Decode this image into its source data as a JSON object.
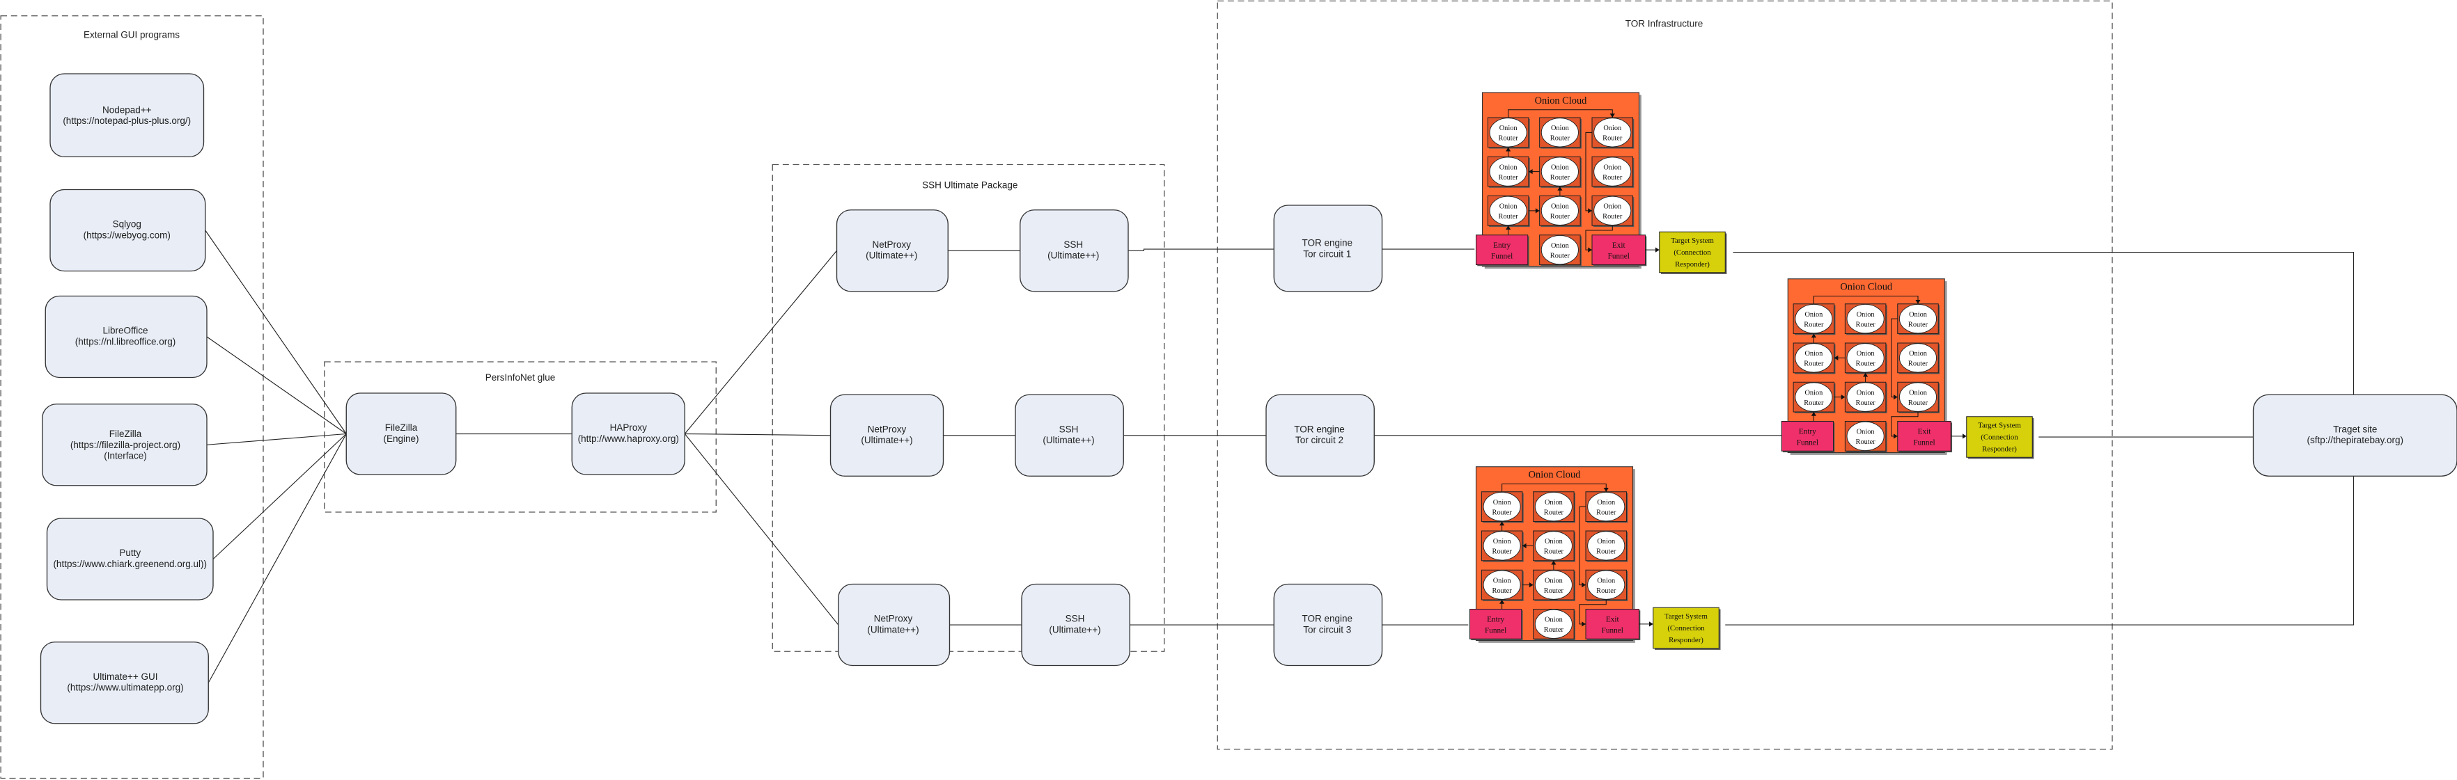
{
  "groups": {
    "external_gui": "External GUI programs",
    "persinfonet": "PersInfoNet glue",
    "ssh_package": "SSH Ultimate Package",
    "tor_infra": "TOR Infrastructure"
  },
  "external_programs": [
    {
      "name": "Nodepad++",
      "url": "(https://notepad-plus-plus.org/)"
    },
    {
      "name": "Sqlyog",
      "url": "(https://webyog.com)"
    },
    {
      "name": "LibreOffice",
      "url": "(https://nl.libreoffice.org)"
    },
    {
      "name": "FileZilla",
      "url": "(https://filezilla-project.org)",
      "extra": "(Interface)"
    },
    {
      "name": "Putty",
      "url": "(https://www.chiark.greenend.org.ul))"
    },
    {
      "name": "Ultimate++ GUI",
      "url": "(https://www.ultimatepp.org)"
    }
  ],
  "glue": {
    "filezilla_engine": {
      "name": "FileZilla",
      "sub": "(Engine)"
    },
    "haproxy": {
      "name": "HAProxy",
      "sub": "(http://www.haproxy.org)"
    }
  },
  "circuits": [
    {
      "netproxy": {
        "name": "NetProxy",
        "sub": "(Ultimate++)"
      },
      "ssh": {
        "name": "SSH",
        "sub": "(Ultimate++)"
      },
      "tor": {
        "name": "TOR engine",
        "sub": "Tor circuit 1"
      }
    },
    {
      "netproxy": {
        "name": "NetProxy",
        "sub": "(Ultimate++)"
      },
      "ssh": {
        "name": "SSH",
        "sub": "(Ultimate++)"
      },
      "tor": {
        "name": "TOR engine",
        "sub": "Tor circuit 2"
      }
    },
    {
      "netproxy": {
        "name": "NetProxy",
        "sub": "(Ultimate++)"
      },
      "ssh": {
        "name": "SSH",
        "sub": "(Ultimate++)"
      },
      "tor": {
        "name": "TOR engine",
        "sub": "Tor circuit 3"
      }
    }
  ],
  "onion_cloud": {
    "title": "Onion Cloud",
    "router_line1": "Onion",
    "router_line2": "Router",
    "entry_line1": "Entry",
    "entry_line2": "Funnel",
    "exit_line1": "Exit",
    "exit_line2": "Funnel",
    "target_line1": "Target System",
    "target_line2": "(Connection",
    "target_line3": "Responder)"
  },
  "target_site": {
    "name": "Traget site",
    "url": "(sftp://thepiratebay.org)"
  },
  "colors": {
    "node_fill": "#e8edf6",
    "cloud": "#ff6a33",
    "funnel": "#f0306a",
    "target_system": "#d6d10a"
  }
}
